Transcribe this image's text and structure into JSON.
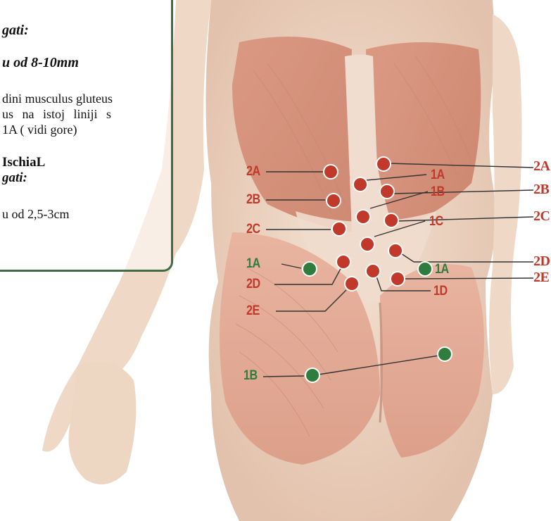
{
  "panel": {
    "line1": "gati:",
    "line2": "u od 8-10mm",
    "line3": "dini musculus gluteus",
    "line4": "us na istoj liniji s",
    "line5": "1A ( vidi gore)",
    "line6": "IschiaL",
    "line7": "gati:",
    "line8": "u od 2,5-3cm"
  },
  "labels": {
    "l_2A": "2A",
    "l_2B": "2B",
    "l_2C": "2C",
    "l_1A_green": "1A",
    "l_2D": "2D",
    "l_2E": "2E",
    "l_1B_green": "1B",
    "r_1A": "1A",
    "r_1B": "1B",
    "r_1C": "1C",
    "r_1A_green": "1A",
    "r_1D": "1D",
    "e_2A": "2A",
    "e_2B": "2B",
    "e_2C": "2C",
    "e_2D": "2D",
    "e_2E": "2E"
  },
  "colors": {
    "red_point": "#c0392b",
    "green_point": "#2e7d3e",
    "panel_border": "#3f6b45"
  }
}
